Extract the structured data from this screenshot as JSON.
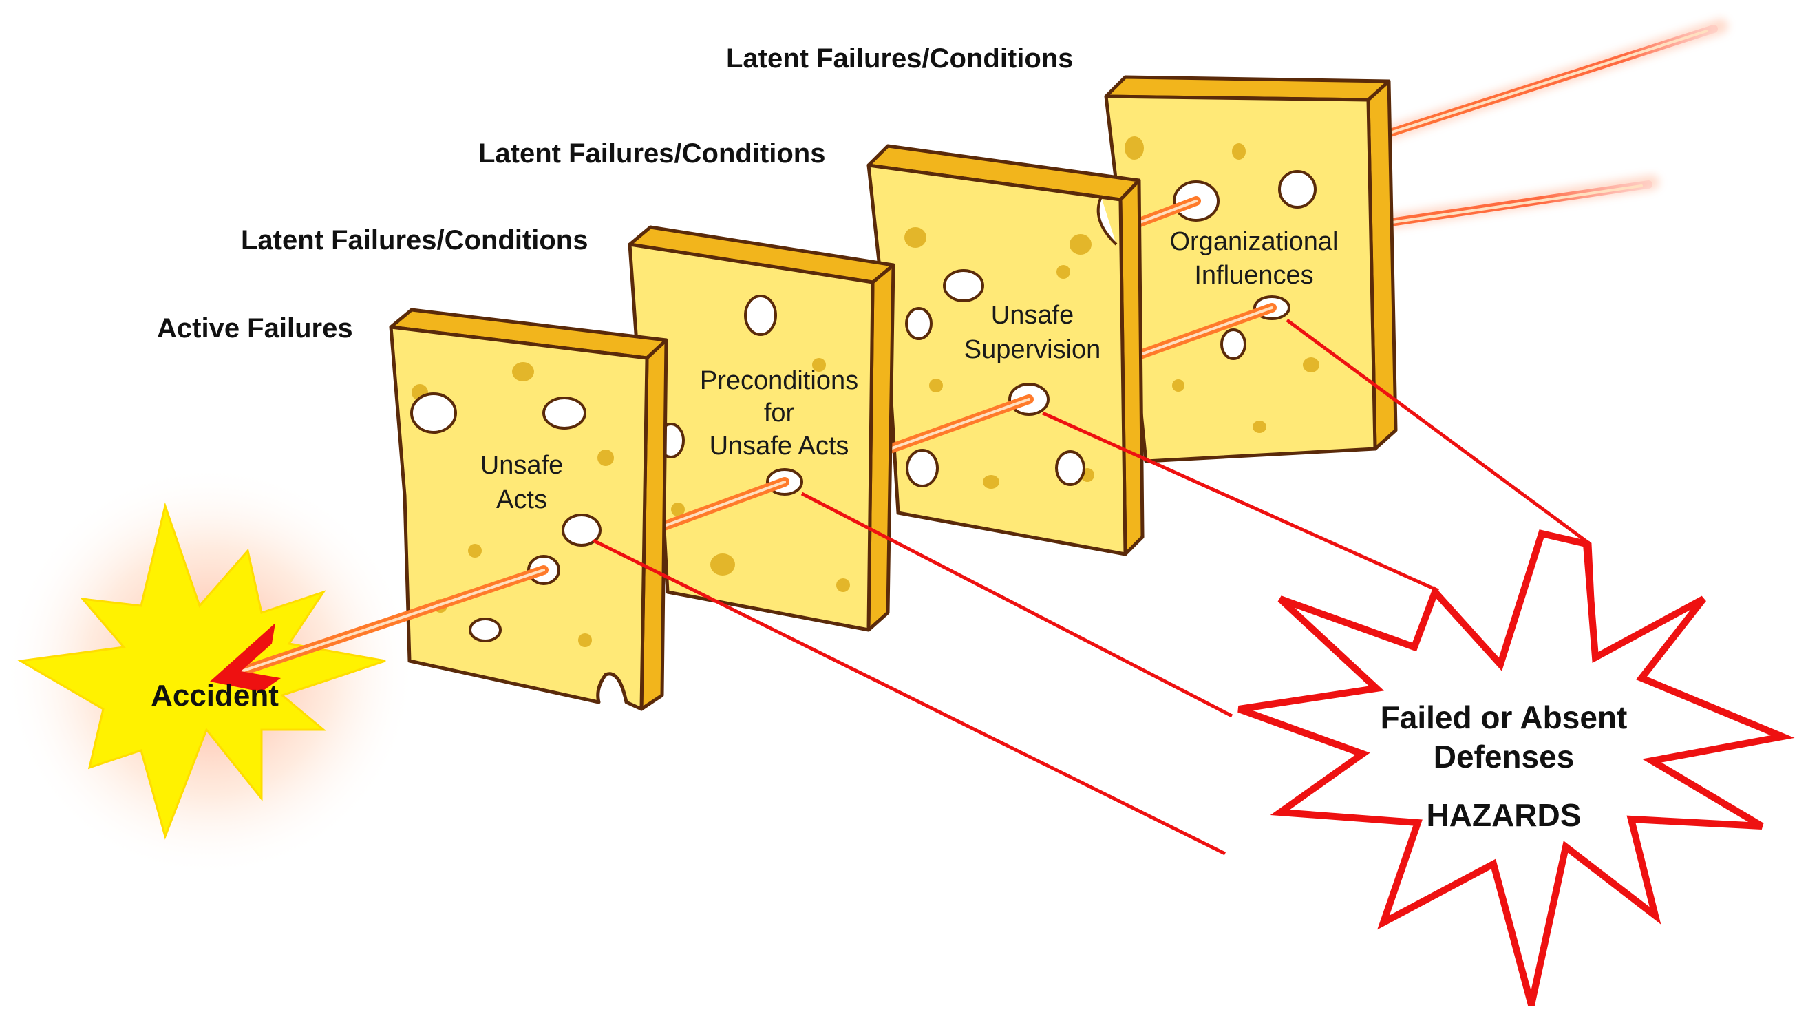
{
  "labels": {
    "latent_top": "Latent Failures/Conditions",
    "latent_mid": "Latent Failures/Conditions",
    "latent_low": "Latent Failures/Conditions",
    "active": "Active Failures"
  },
  "slices": {
    "organizational": {
      "line1": "Organizational",
      "line2": "Influences"
    },
    "supervision": {
      "line1": "Unsafe",
      "line2": "Supervision"
    },
    "preconditions": {
      "line1": "Preconditions",
      "line2": "for",
      "line3": "Unsafe Acts"
    },
    "unsafe_acts": {
      "line1": "Unsafe",
      "line2": "Acts"
    }
  },
  "accident": {
    "label": "Accident"
  },
  "hazards": {
    "line1": "Failed or Absent",
    "line2": "Defenses",
    "line3": "HAZARDS"
  },
  "colors": {
    "cheese": "#ffe977",
    "cheese_side": "#f2b51c",
    "cheese_outline": "#5a2a0a",
    "beam": "#ff7a2a",
    "hazard_outline": "#ee1111",
    "accident_fill": "#fff200"
  }
}
